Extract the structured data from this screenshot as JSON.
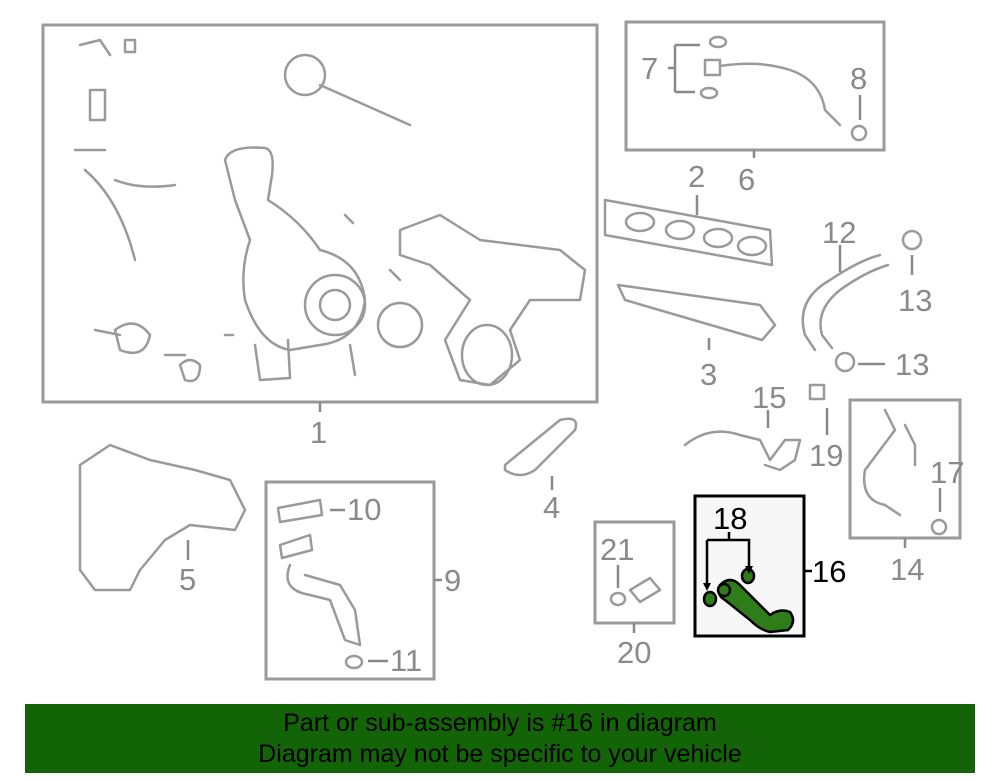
{
  "diagram": {
    "callouts": {
      "c1": "1",
      "c2": "2",
      "c3": "3",
      "c4": "4",
      "c5": "5",
      "c6": "6",
      "c7": "7",
      "c8": "8",
      "c9": "9",
      "c10": "10",
      "c11": "11",
      "c12": "12",
      "c13a": "13",
      "c13b": "13",
      "c14": "14",
      "c15": "15",
      "c16": "16",
      "c17": "17",
      "c18": "18",
      "c19": "19",
      "c20": "20",
      "c21": "21"
    },
    "highlighted_part": "16",
    "highlight_color": "#2e7d19"
  },
  "banner": {
    "line1": "Part or sub-assembly is #16 in diagram",
    "line2": "Diagram may not be specific to your vehicle",
    "color": "#136407"
  }
}
